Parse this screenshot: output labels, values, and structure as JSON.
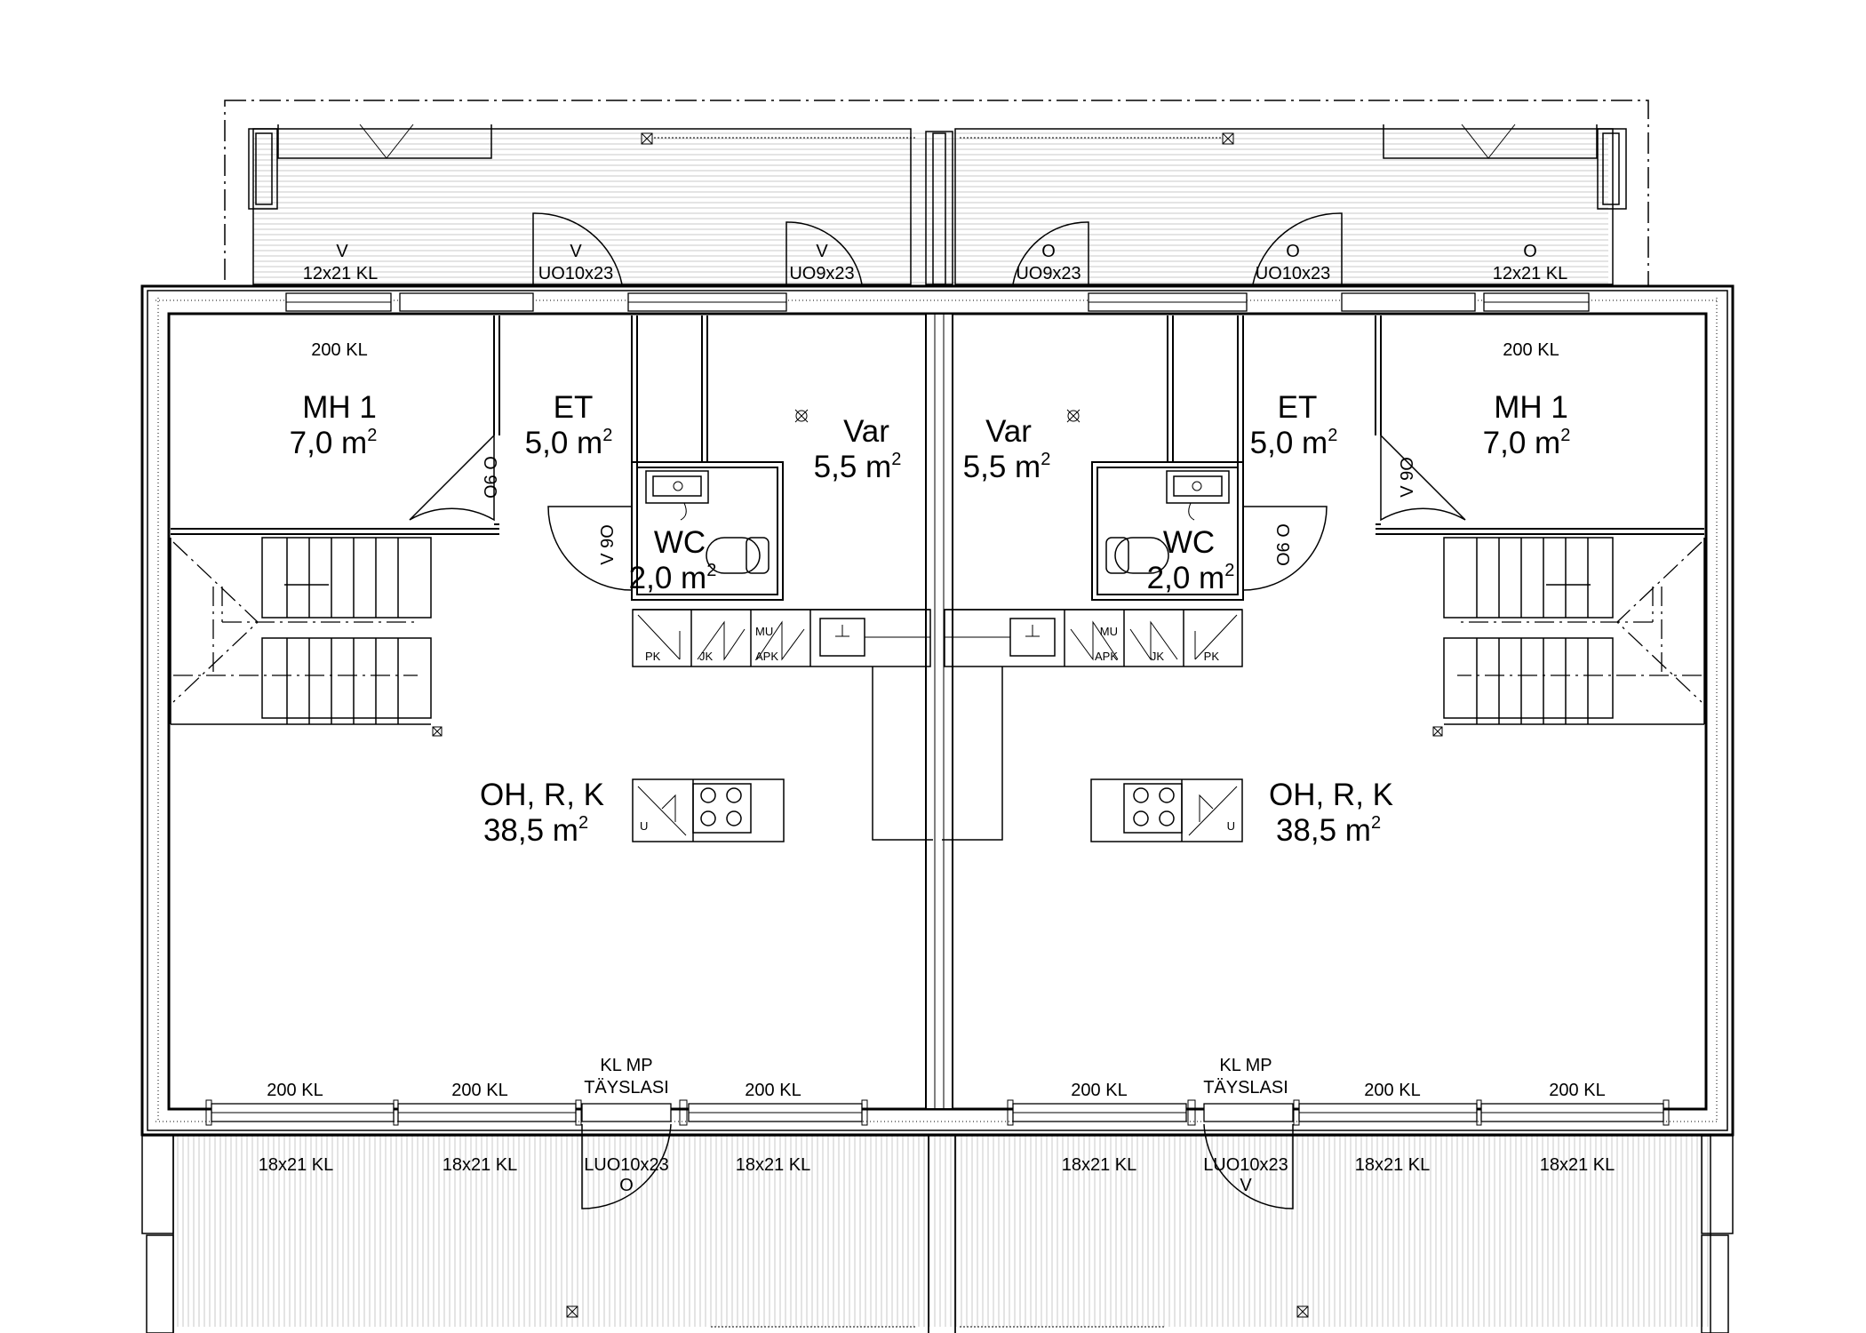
{
  "units": [
    {
      "id": "left",
      "rooms": {
        "mh": {
          "name": "MH 1",
          "area": "7,0 m",
          "sup": "2"
        },
        "et": {
          "name": "ET",
          "area": "5,0 m",
          "sup": "2"
        },
        "var": {
          "name": "Var",
          "area": "5,5 m",
          "sup": "2"
        },
        "wc": {
          "name": "WC",
          "area": "2,0 m",
          "sup": "2"
        },
        "oh": {
          "name": "OH, R, K",
          "area": "38,5 m",
          "sup": "2"
        }
      },
      "labels": {
        "top_win_1_dir": "V",
        "top_win_1": "12x21 KL",
        "top_door_1_dir": "V",
        "top_door_1": "UO10x23",
        "top_door_2_dir": "V",
        "top_door_2": "UO9x23",
        "mh_win": "200 KL",
        "door_mh": "O 9O",
        "door_wc": "V 9O",
        "bottom_win_1": "200 KL",
        "bottom_win_2": "200 KL",
        "bottom_win_3": "200 KL",
        "glass_1": "KL MP",
        "glass_2": "TÄYSLASI",
        "terrace_1": "18x21 KL",
        "terrace_2": "18x21 KL",
        "terrace_3": "18x21 KL",
        "terrace_door": "LUO10x23",
        "terrace_door_dir": "O",
        "kitchen": {
          "pk": "PK",
          "jk": "JK",
          "apk": "APK",
          "mu": "MU",
          "u": "U"
        }
      }
    },
    {
      "id": "right",
      "rooms": {
        "mh": {
          "name": "MH 1",
          "area": "7,0 m",
          "sup": "2"
        },
        "et": {
          "name": "ET",
          "area": "5,0 m",
          "sup": "2"
        },
        "var": {
          "name": "Var",
          "area": "5,5 m",
          "sup": "2"
        },
        "wc": {
          "name": "WC",
          "area": "2,0 m",
          "sup": "2"
        },
        "oh": {
          "name": "OH, R, K",
          "area": "38,5 m",
          "sup": "2"
        }
      },
      "labels": {
        "top_door_2_dir": "O",
        "top_door_2": "UO9x23",
        "top_door_1_dir": "O",
        "top_door_1": "UO10x23",
        "top_win_1_dir": "O",
        "top_win_1": "12x21 KL",
        "mh_win": "200 KL",
        "door_mh": "V 9O",
        "door_wc": "O 9O",
        "bottom_win_1": "200 KL",
        "bottom_win_2": "200 KL",
        "bottom_win_3": "200 KL",
        "glass_1": "KL MP",
        "glass_2": "TÄYSLASI",
        "terrace_1": "18x21 KL",
        "terrace_2": "18x21 KL",
        "terrace_3": "18x21 KL",
        "terrace_door": "LUO10x23",
        "terrace_door_dir": "V",
        "kitchen": {
          "pk": "PK",
          "jk": "JK",
          "apk": "APK",
          "mu": "MU",
          "u": "U"
        }
      }
    }
  ]
}
